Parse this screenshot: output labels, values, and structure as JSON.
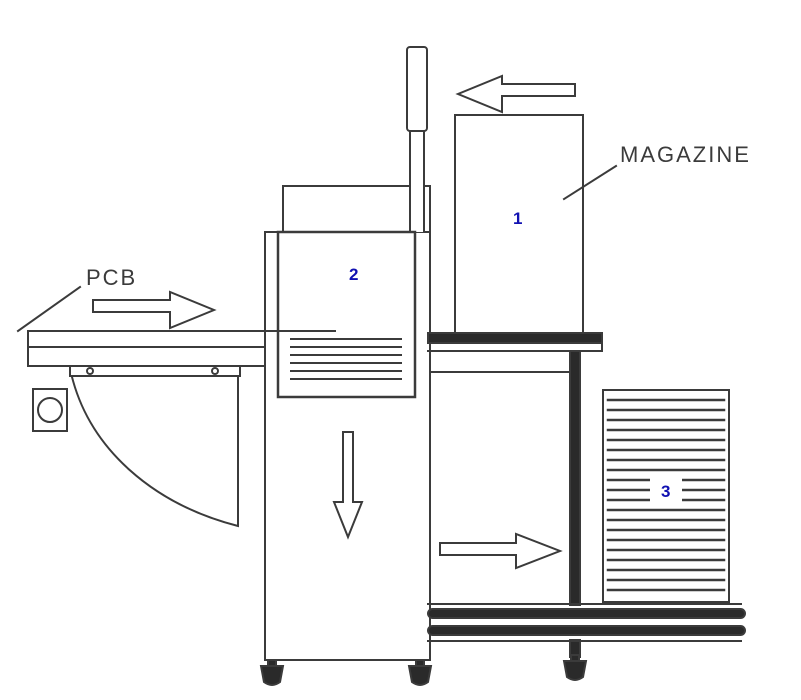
{
  "labels": {
    "pcb": "PCB",
    "magazine": "MAGAZINE"
  },
  "callouts": {
    "one": "1",
    "two": "2",
    "three": "3"
  },
  "colors": {
    "line": "#3b3b3b",
    "solid": "#2a2a2a",
    "label": "#3b3b3b",
    "callout": "#1111b2",
    "background": "#ffffff"
  },
  "icons": {
    "magazine_feed_arrow": "left-flow-arrow ◁",
    "pcb_feed_arrow": "right-flow-arrow ▷",
    "lower_arrow": "down-flow-arrow ▽",
    "output_arrow": "right-flow-arrow ▷"
  }
}
